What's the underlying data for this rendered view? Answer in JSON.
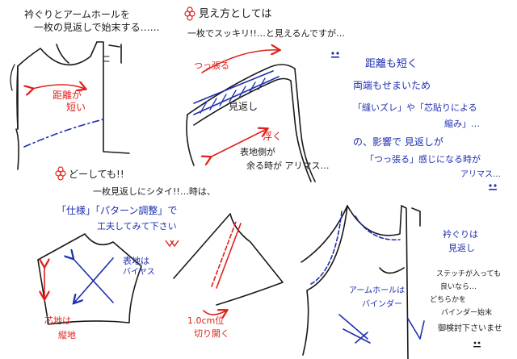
{
  "colors": {
    "ink": "#1a1a1a",
    "blue": "#1e2fb0",
    "red": "#e0201a"
  },
  "icons": [
    "flower-icon",
    "smiley-icon",
    "arrow-icon"
  ],
  "section1": {
    "line1": "衿ぐりとアームホールを",
    "line2": "一枚の見返しで始末する……",
    "distance_short_1": "距離が",
    "distance_short_2": "短い"
  },
  "section2": {
    "heading": "見え方としては",
    "line2": "一枚でスッキリ!!…と見えるんですが…",
    "pull_label": "つっ張る",
    "facing_label": "見返し",
    "float_label": "浮く",
    "excess_1": "表地側が",
    "excess_2": "余る時が アリマス…"
  },
  "right_note": {
    "l1": "距離も短く",
    "l2": "両端もせまいため",
    "l3": "「縫いズレ」や「芯貼りによる",
    "l4": "縮み」…",
    "l5": "の、影響で 見返しが",
    "l6": "「つっ張る」感じになる時が",
    "l7": "アリマス…"
  },
  "section3": {
    "heading": "どーしても!!",
    "line2": "一枚見返しにシタイ!!…時は、",
    "line3": "「仕様」「パターン調整」で",
    "line4": "工夫してみて下さい"
  },
  "bottom": {
    "bias_1": "表地は",
    "bias_2": "バイヤス",
    "interfacing_1": "芯地は",
    "interfacing_2": "縦地",
    "cut_1": "1.0cm位",
    "cut_2": "切り開く",
    "neck_facing_1": "衿ぐりは",
    "neck_facing_2": "見返し",
    "armhole_1": "アームホールは",
    "armhole_2": "バインダー",
    "stitch_1": "ステッチが入っても",
    "stitch_2": "良いなら…",
    "stitch_3": "どちらかを",
    "stitch_4": "バインダー始末",
    "stitch_5": "御検討下さいませ"
  }
}
